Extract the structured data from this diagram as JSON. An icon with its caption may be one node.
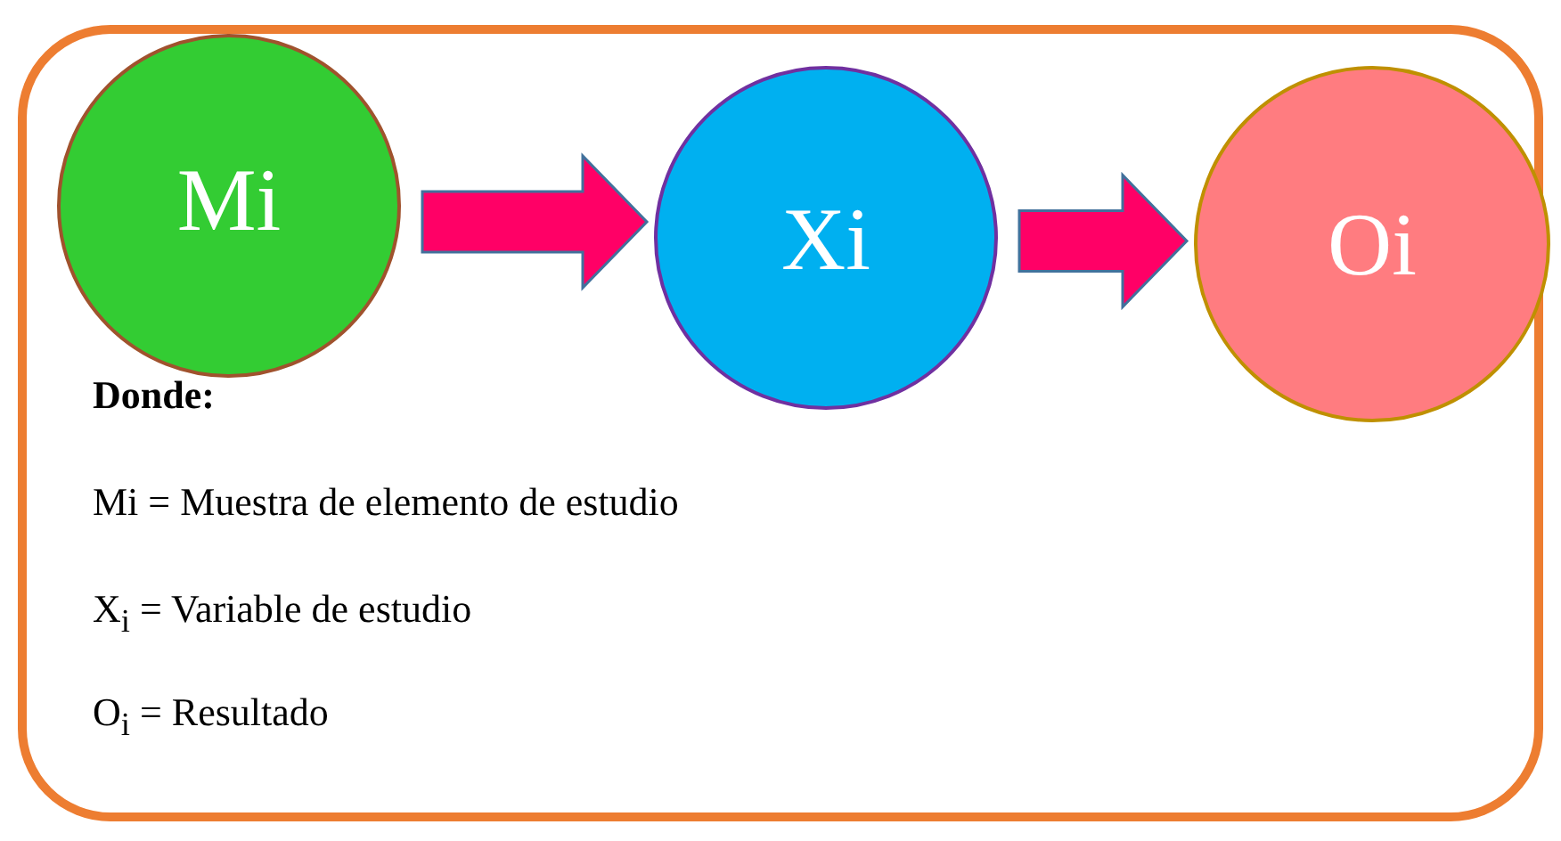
{
  "diagram": {
    "nodes": [
      {
        "text": [
          "Donde:",
          "Mi = Muestra de elemento de estudio",
          "X$_{i}$ = Variable de estudio",
          "O$_{i}$ = Resultado"
        ]
      },
      {
        "text": [
          "Mi"
        ],
        "in": 0
      },
      {
        "text": [
          "Xi"
        ],
        "in": 0
      },
      {
        "text": [
          "Oi"
        ],
        "in": 0
      }
    ],
    "edges": [
      {
        "from": 1,
        "to": 2,
        "arrow": "to",
        "style": "thick",
        "color": "#ff0066"
      },
      {
        "from": 2,
        "to": 3,
        "arrow": "to",
        "style": "thick",
        "color": "#ff0066"
      }
    ]
  }
}
